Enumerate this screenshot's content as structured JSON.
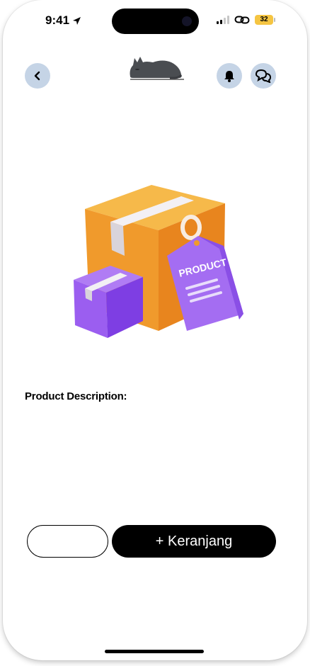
{
  "status_bar": {
    "time": "9:41",
    "battery_level": "32",
    "battery_color": "#f5c542"
  },
  "header": {
    "back_icon": "chevron-left-icon",
    "logo_icon": "sleeping-cat-icon",
    "notification_icon": "bell-icon",
    "chat_icon": "chat-bubbles-icon",
    "button_bg_color": "#c5d4e6"
  },
  "product": {
    "image_icon": "product-box-with-tag-icon",
    "tag_text": "PRODUCT",
    "description_label": "Product Description:",
    "description_text": ""
  },
  "actions": {
    "quantity_value": "",
    "add_to_cart_label": "+ Keranjang"
  }
}
